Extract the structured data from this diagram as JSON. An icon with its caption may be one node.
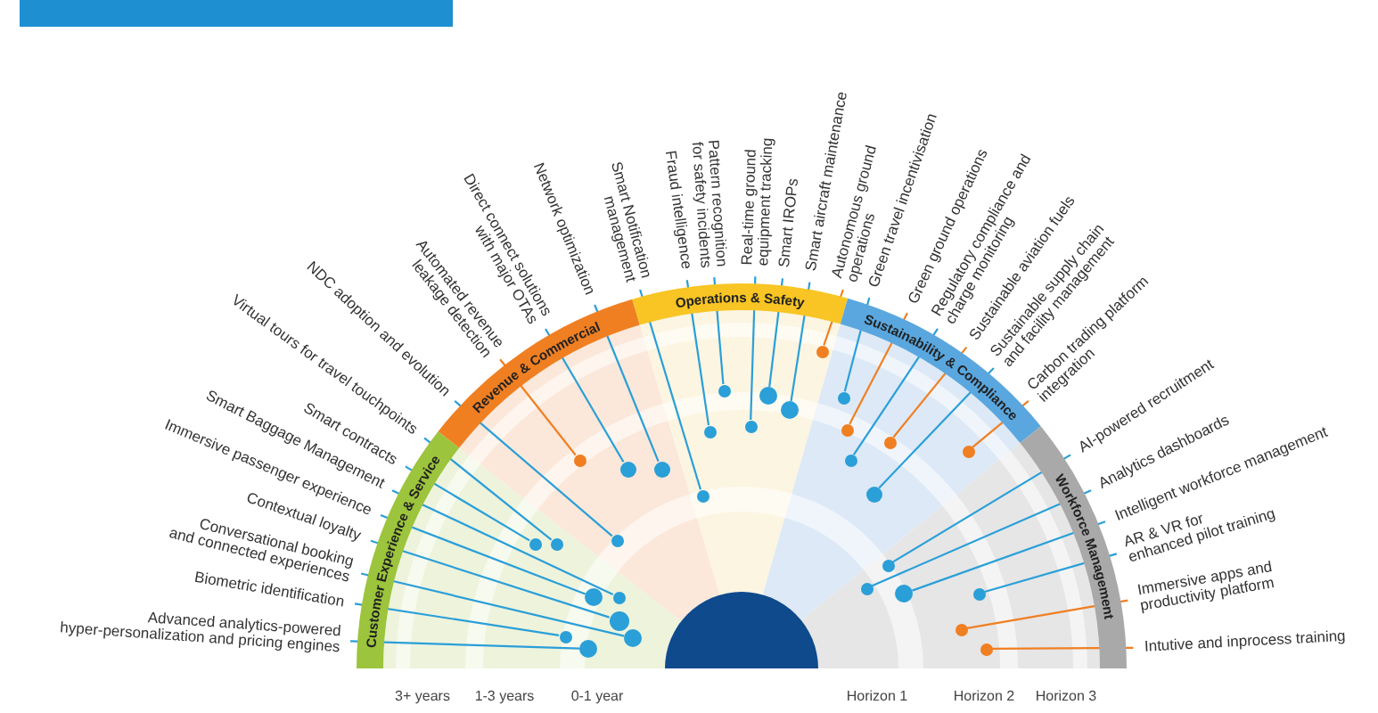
{
  "diagram": {
    "nodes": [
      {
        "text": [
          "Customer Experience & Service"
        ]
      },
      {
        "text": [
          "Revenue & Commercial"
        ]
      },
      {
        "text": [
          "Operations & Safety"
        ]
      },
      {
        "text": [
          "Sustainability & Compliance"
        ]
      },
      {
        "text": [
          "Workforce Management"
        ]
      },
      {
        "text": [],
        "shape": "circle"
      },
      {
        "text": [
          "Advanced analytics-powered hyper-personalization and pricing engines"
        ]
      },
      {
        "text": [
          "Biometric identification"
        ]
      },
      {
        "text": [
          "Conversational booking and connected experiences"
        ]
      },
      {
        "text": [
          "Contextual loyalty"
        ]
      },
      {
        "text": [
          "Immersive passenger experience"
        ]
      },
      {
        "text": [
          "Smart Baggage Management"
        ]
      },
      {
        "text": [
          "Smart contracts"
        ]
      },
      {
        "text": [
          "Virtual tours for travel touchpoints"
        ]
      },
      {
        "text": [
          "NDC adoption and evolution"
        ]
      },
      {
        "text": [
          "Automated revenue leakage detection"
        ]
      },
      {
        "text": [
          "Direct connect solutions with major OTAs"
        ]
      },
      {
        "text": [
          "Network optimization"
        ]
      },
      {
        "text": [
          "Smart Notification management"
        ]
      },
      {
        "text": [
          "Fraud intelligence"
        ]
      },
      {
        "text": [
          "Pattern recognition for safety incidents"
        ]
      },
      {
        "text": [
          "Real-time ground equipment tracking"
        ]
      },
      {
        "text": [
          "Smart IROPs"
        ]
      },
      {
        "text": [
          "Smart aircraft maintenance"
        ]
      },
      {
        "text": [
          "Autonomous ground operations"
        ]
      },
      {
        "text": [
          "Green travel incentivisation"
        ]
      },
      {
        "text": [
          "Green ground operations"
        ]
      },
      {
        "text": [
          "Regulatory compliance and charge monitoring"
        ]
      },
      {
        "text": [
          "Sustainable aviation fuels"
        ]
      },
      {
        "text": [
          "Sustainable supply chain and facility management"
        ]
      },
      {
        "text": [
          "Carbon trading platform integration"
        ]
      },
      {
        "text": [
          "AI-powered recruitment"
        ]
      },
      {
        "text": [
          "Analytics dashboards"
        ]
      },
      {
        "text": [
          "Intelligent workforce management"
        ]
      },
      {
        "text": [
          "AR & VR for enhanced pilot training"
        ]
      },
      {
        "text": [
          "Immersive apps and productivity platform"
        ]
      },
      {
        "text": [
          "Intutive and inprocess training"
        ]
      },
      {
        "text": [],
        "shape": "circle"
      },
      {
        "text": [],
        "shape": "circle"
      },
      {
        "text": [],
        "shape": "circle"
      },
      {
        "text": [],
        "shape": "circle"
      },
      {
        "text": [],
        "shape": "circle"
      },
      {
        "text": [],
        "shape": "circle"
      },
      {
        "text": [],
        "shape": "circle"
      },
      {
        "text": [],
        "shape": "circle"
      },
      {
        "text": [],
        "shape": "circle"
      },
      {
        "text": [],
        "shape": "circle"
      },
      {
        "text": [],
        "shape": "circle"
      },
      {
        "text": [],
        "shape": "circle"
      },
      {
        "text": [],
        "shape": "circle"
      },
      {
        "text": [],
        "shape": "circle"
      },
      {
        "text": [],
        "shape": "circle"
      },
      {
        "text": [],
        "shape": "circle"
      },
      {
        "text": [],
        "shape": "circle"
      },
      {
        "text": [],
        "shape": "circle"
      },
      {
        "text": [],
        "shape": "circle"
      },
      {
        "text": [],
        "shape": "circle"
      },
      {
        "text": [],
        "shape": "circle"
      },
      {
        "text": [],
        "shape": "circle"
      },
      {
        "text": [],
        "shape": "circle"
      },
      {
        "text": [],
        "shape": "circle"
      },
      {
        "text": [],
        "shape": "circle"
      },
      {
        "text": [],
        "shape": "circle"
      },
      {
        "text": [],
        "shape": "circle"
      },
      {
        "text": [],
        "shape": "circle"
      },
      {
        "text": [],
        "shape": "circle"
      },
      {
        "text": [],
        "shape": "circle"
      },
      {
        "text": [],
        "shape": "circle"
      }
    ],
    "edges": [
      {
        "from": 6,
        "to": 37,
        "arrow": "none"
      },
      {
        "from": 7,
        "to": 38,
        "arrow": "none"
      },
      {
        "from": 8,
        "to": 39,
        "arrow": "none"
      },
      {
        "from": 9,
        "to": 40,
        "arrow": "none"
      },
      {
        "from": 10,
        "to": 41,
        "arrow": "none"
      },
      {
        "from": 11,
        "to": 42,
        "arrow": "none"
      },
      {
        "from": 12,
        "to": 43,
        "arrow": "none"
      },
      {
        "from": 13,
        "to": 44,
        "arrow": "none"
      },
      {
        "from": 14,
        "to": 45,
        "arrow": "none"
      },
      {
        "from": 15,
        "to": 46,
        "arrow": "none",
        "color": "#f07f22"
      },
      {
        "from": 16,
        "to": 47,
        "arrow": "none"
      },
      {
        "from": 17,
        "to": 48,
        "arrow": "none"
      },
      {
        "from": 18,
        "to": 49,
        "arrow": "none"
      },
      {
        "from": 19,
        "to": 50,
        "arrow": "none"
      },
      {
        "from": 20,
        "to": 51,
        "arrow": "none"
      },
      {
        "from": 21,
        "to": 52,
        "arrow": "none"
      },
      {
        "from": 22,
        "to": 53,
        "arrow": "none"
      },
      {
        "from": 23,
        "to": 54,
        "arrow": "none"
      },
      {
        "from": 24,
        "to": 55,
        "arrow": "none",
        "color": "#f07f22"
      },
      {
        "from": 25,
        "to": 56,
        "arrow": "none"
      },
      {
        "from": 26,
        "to": 57,
        "arrow": "none",
        "color": "#f07f22"
      },
      {
        "from": 27,
        "to": 58,
        "arrow": "none"
      },
      {
        "from": 28,
        "to": 59,
        "arrow": "none",
        "color": "#f07f22"
      },
      {
        "from": 29,
        "to": 60,
        "arrow": "none"
      },
      {
        "from": 30,
        "to": 61,
        "arrow": "none",
        "color": "#f07f22"
      },
      {
        "from": 31,
        "to": 62,
        "arrow": "none"
      },
      {
        "from": 32,
        "to": 63,
        "arrow": "none"
      },
      {
        "from": 33,
        "to": 64,
        "arrow": "none"
      },
      {
        "from": 34,
        "to": 65,
        "arrow": "none"
      },
      {
        "from": 35,
        "to": 66,
        "arrow": "none",
        "color": "#f07f22"
      },
      {
        "from": 36,
        "to": 67,
        "arrow": "none",
        "color": "#f07f22"
      }
    ],
    "labels": [
      "3+ years",
      "1-3 years",
      "0-1 year",
      "Horizon 1",
      "Horizon 2",
      "Horizon 3"
    ]
  }
}
